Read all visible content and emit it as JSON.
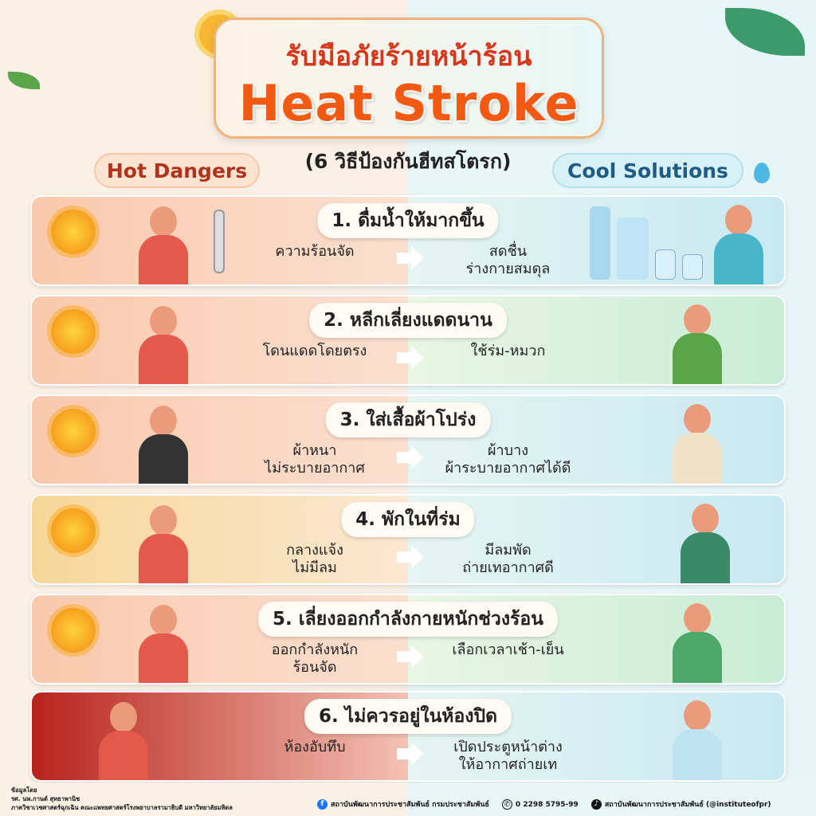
{
  "header": {
    "title_th": "รับมือภัยร้ายหน้าร้อน",
    "title_en": "Heat Stroke",
    "subtitle": "(6 วิธีป้องกันฮีทสโตรก)",
    "hot_label": "Hot Dangers",
    "cool_label": "Cool Solutions"
  },
  "rows": [
    {
      "title": "1. ดื่มน้ำให้มากขึ้น",
      "bad": "ความร้อนจัด",
      "good": "สดชื่น\nร่างกายสมดุล"
    },
    {
      "title": "2. หลีกเลี่ยงแดดนาน",
      "bad": "โดนแดดโดยตรง",
      "good": "ใช้ร่ม-หมวก"
    },
    {
      "title": "3. ใส่เสื้อผ้าโปร่ง",
      "bad": "ผ้าหนา\nไม่ระบายอากาศ",
      "good": "ผ้าบาง\nผ้าระบายอากาศได้ดี"
    },
    {
      "title": "4. พักในที่ร่ม",
      "bad": "กลางแจ้ง\nไม่มีลม",
      "good": "มีลมพัด\nถ่ายเทอากาศดี"
    },
    {
      "title": "5. เลี่ยงออกกำลังกายหนักช่วงร้อน",
      "bad": "ออกกำลังหนัก\nร้อนจัด",
      "good": "เลือกเวลาเช้า-เย็น"
    },
    {
      "title": "6. ไม่ควรอยู่ในห้องปิด",
      "bad": "ห้องอับทึบ",
      "good": "เปิดประตูหน้าต่าง\nให้อากาศถ่ายเท"
    }
  ],
  "footer": {
    "credit_label": "ข้อมูลโดย",
    "credit_name": "รศ. นพ.กานต์ สุทธาพานิช",
    "credit_org": "ภาควิชาเวชศาสตร์ฉุกเฉิน คณะแพทยศาสตร์โรงพยาบาลรามาธิบดี มหาวิทยาลัยมหิดล",
    "facebook": "สถาบันพัฒนาการประชาสัมพันธ์ กรมประชาสัมพันธ์",
    "phone": "0 2298 5795-99",
    "tiktok": "สถาบันพัฒนาการประชาสัมพันธ์ (@instituteofpr)"
  },
  "colors": {
    "hot": "#f25a14",
    "cool": "#1e5c86"
  }
}
